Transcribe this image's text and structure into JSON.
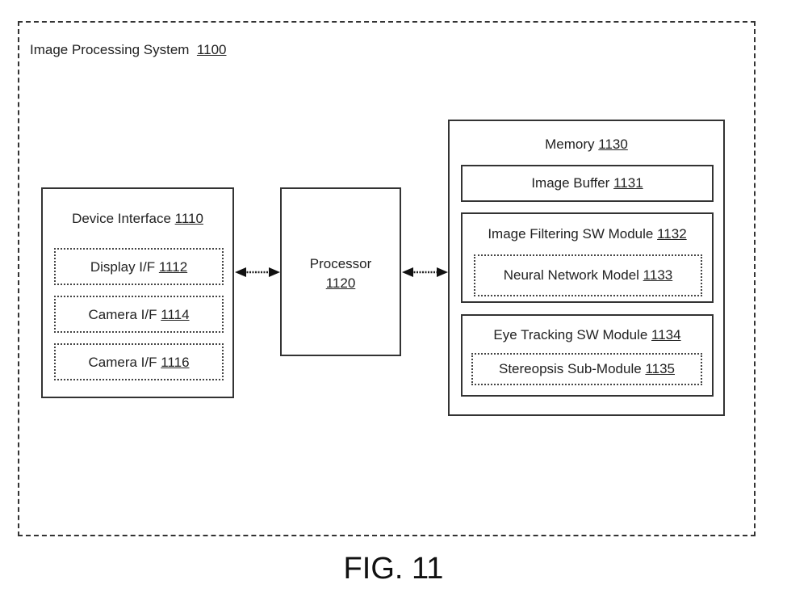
{
  "system": {
    "label": "Image Processing System",
    "ref": "1100"
  },
  "device_interface": {
    "label": "Device Interface",
    "ref": "1110",
    "items": [
      {
        "label": "Display I/F",
        "ref": "1112"
      },
      {
        "label": "Camera I/F",
        "ref": "1114"
      },
      {
        "label": "Camera I/F",
        "ref": "1116"
      }
    ]
  },
  "processor": {
    "label": "Processor",
    "ref": "1120"
  },
  "memory": {
    "label": "Memory",
    "ref": "1130",
    "image_buffer": {
      "label": "Image Buffer",
      "ref": "1131"
    },
    "image_filtering": {
      "label": "Image Filtering SW Module",
      "ref": "1132",
      "sub": {
        "label": "Neural Network Model",
        "ref": "1133"
      }
    },
    "eye_tracking": {
      "label": "Eye Tracking SW Module",
      "ref": "1134",
      "sub": {
        "label": "Stereopsis Sub-Module",
        "ref": "1135"
      }
    }
  },
  "caption": "FIG. 11"
}
